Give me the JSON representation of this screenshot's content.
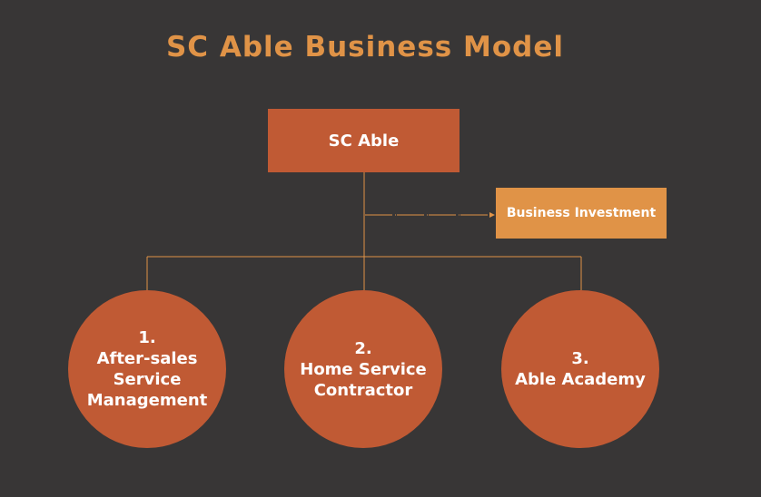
{
  "title": "SC Able Business Model",
  "root": "SC Able",
  "side_box": "Business Investment",
  "children": [
    {
      "number": "1.",
      "label_lines": [
        "After-sales",
        "Service",
        "Management"
      ]
    },
    {
      "number": "2.",
      "label_lines": [
        "Home Service",
        "Contractor"
      ]
    },
    {
      "number": "3.",
      "label_lines": [
        "Able Academy"
      ]
    }
  ],
  "colors": {
    "background": "#383636",
    "primary": "#C05A34",
    "accent": "#E09347"
  }
}
